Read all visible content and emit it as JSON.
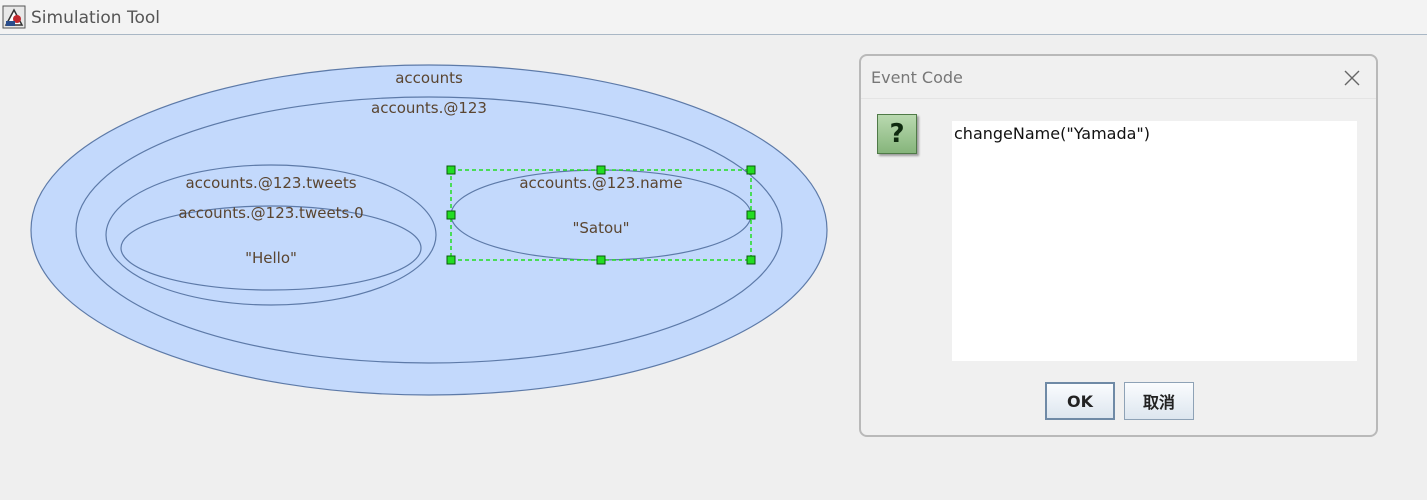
{
  "window": {
    "title": "Simulation Tool",
    "app_icon": "java-app-icon"
  },
  "diagram": {
    "fill_color": "#c3d9fc",
    "stroke_color": "#5d7aa8",
    "selection_color": "#22dd22",
    "nodes": [
      {
        "id": "accounts",
        "label": "accounts"
      },
      {
        "id": "accounts_123",
        "label": "accounts.@123"
      },
      {
        "id": "tweets",
        "label": "accounts.@123.tweets"
      },
      {
        "id": "tweets_0",
        "label": "accounts.@123.tweets.0"
      },
      {
        "id": "hello",
        "label": "\"Hello\""
      },
      {
        "id": "name",
        "label": "accounts.@123.name"
      },
      {
        "id": "satou",
        "label": "\"Satou\""
      }
    ],
    "selected": "accounts.@123.name"
  },
  "dialog": {
    "title": "Event Code",
    "close_icon": "close-icon",
    "question_icon": "question-icon",
    "question_glyph": "?",
    "code": "changeName(\"Yamada\")",
    "ok_label": "OK",
    "cancel_label": "取消"
  }
}
